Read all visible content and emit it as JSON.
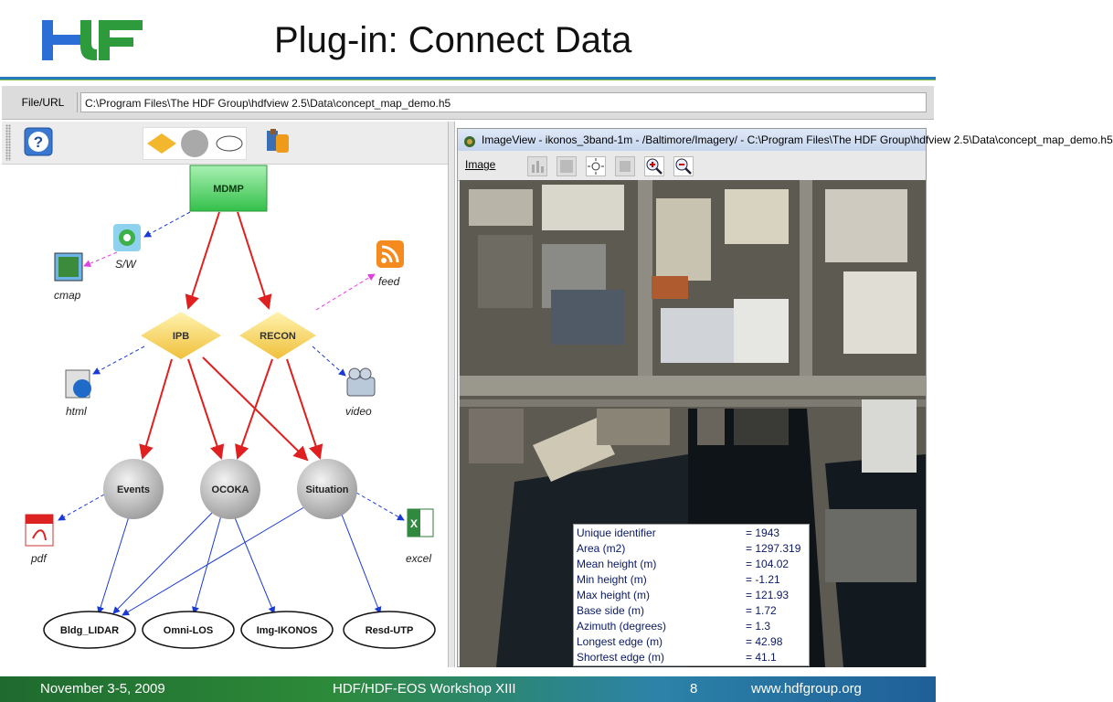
{
  "slide": {
    "title": "Plug-in: Connect Data"
  },
  "file_bar": {
    "button_label": "File/URL",
    "path_value": "C:\\Program Files\\The HDF Group\\hdfview 2.5\\Data\\concept_map_demo.h5"
  },
  "concept_map": {
    "toolbar_icons": [
      "help-icon",
      "diamond-shape-icon",
      "circle-shape-icon",
      "ellipse-shape-icon",
      "plugin-icon"
    ],
    "nodes": {
      "root": "MDMP",
      "diamond1": "IPB",
      "diamond2": "RECON",
      "circle1": "Events",
      "circle2": "OCOKA",
      "circle3": "Situation",
      "ellipse1": "Bldg_LIDAR",
      "ellipse2": "Omni-LOS",
      "ellipse3": "Img-IKONOS",
      "ellipse4": "Resd-UTP"
    },
    "side_items": {
      "sw": "S/W",
      "cmap": "cmap",
      "feed": "feed",
      "html": "html",
      "video": "video",
      "pdf": "pdf",
      "excel": "excel"
    },
    "colors": {
      "red_edge": "#e02020",
      "blue_edge": "#1a3ad6",
      "magenta_edge": "#e040e0",
      "diamond_fill": "#f3c948",
      "root_fill": "#5bd66b"
    }
  },
  "image_view": {
    "title": "ImageView  -  ikonos_3band-1m  -  /Baltimore/Imagery/  -  C:\\Program Files\\The HDF Group\\hdfview 2.5\\Data\\concept_map_demo.h5",
    "menu_label": "Image",
    "toolbar_icons": [
      "histogram-icon",
      "palette-icon",
      "brightness-icon",
      "chart-icon",
      "zoom-in-icon",
      "zoom-out-icon"
    ],
    "info_rows": [
      {
        "key": "Unique identifier",
        "value": "= 1943"
      },
      {
        "key": "Area (m2)",
        "value": "= 1297.319"
      },
      {
        "key": "Mean height (m)",
        "value": "= 104.02"
      },
      {
        "key": "Min height (m)",
        "value": "= -1.21"
      },
      {
        "key": "Max height (m)",
        "value": "= 121.93"
      },
      {
        "key": "Base side (m)",
        "value": "= 1.72"
      },
      {
        "key": "Azimuth (degrees)",
        "value": "= 1.3"
      },
      {
        "key": "Longest edge (m)",
        "value": "= 42.98"
      },
      {
        "key": "Shortest edge (m)",
        "value": "= 41.1"
      }
    ]
  },
  "footer": {
    "date": "November 3-5, 2009",
    "event": "HDF/HDF-EOS Workshop XIII",
    "page": "8",
    "url": "www.hdfgroup.org"
  }
}
